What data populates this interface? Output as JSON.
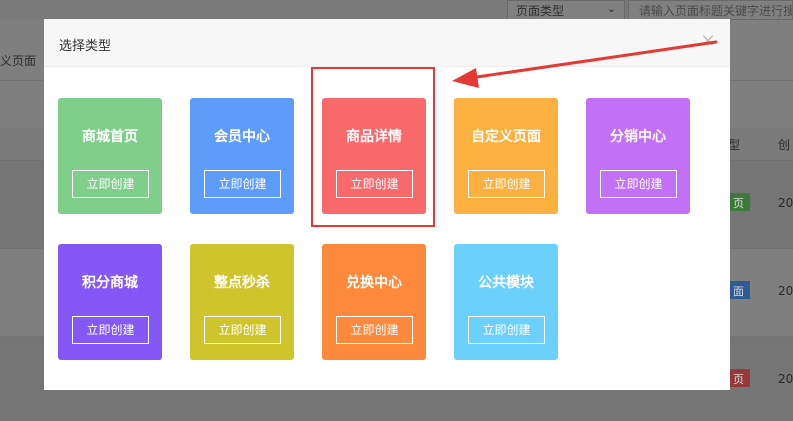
{
  "background": {
    "page_type_select": "页面类型",
    "search_placeholder": "请输入页面标题关键字进行搜",
    "tab_label": "义页面",
    "table_header_type": "型",
    "table_header_created": "创",
    "rows": [
      {
        "badge": "页",
        "year": "20"
      },
      {
        "badge": "面",
        "year": "20"
      },
      {
        "badge": "页",
        "year": "20"
      }
    ]
  },
  "modal": {
    "title": "选择类型",
    "close_glyph": "×",
    "cards": [
      {
        "title": "商城首页",
        "button": "立即创建",
        "color": "#7fcf8b"
      },
      {
        "title": "会员中心",
        "button": "立即创建",
        "color": "#5d9cf8"
      },
      {
        "title": "商品详情",
        "button": "立即创建",
        "color": "#f8696b"
      },
      {
        "title": "自定义页面",
        "button": "立即创建",
        "color": "#fbb03f"
      },
      {
        "title": "分销中心",
        "button": "立即创建",
        "color": "#c271f6"
      },
      {
        "title": "积分商城",
        "button": "立即创建",
        "color": "#8557f5"
      },
      {
        "title": "整点秒杀",
        "button": "立即创建",
        "color": "#cec52d"
      },
      {
        "title": "兑换中心",
        "button": "立即创建",
        "color": "#fd8a3c"
      },
      {
        "title": "公共模块",
        "button": "立即创建",
        "color": "#6cd0fc"
      }
    ]
  },
  "annotation": {
    "color": "#e53935"
  }
}
